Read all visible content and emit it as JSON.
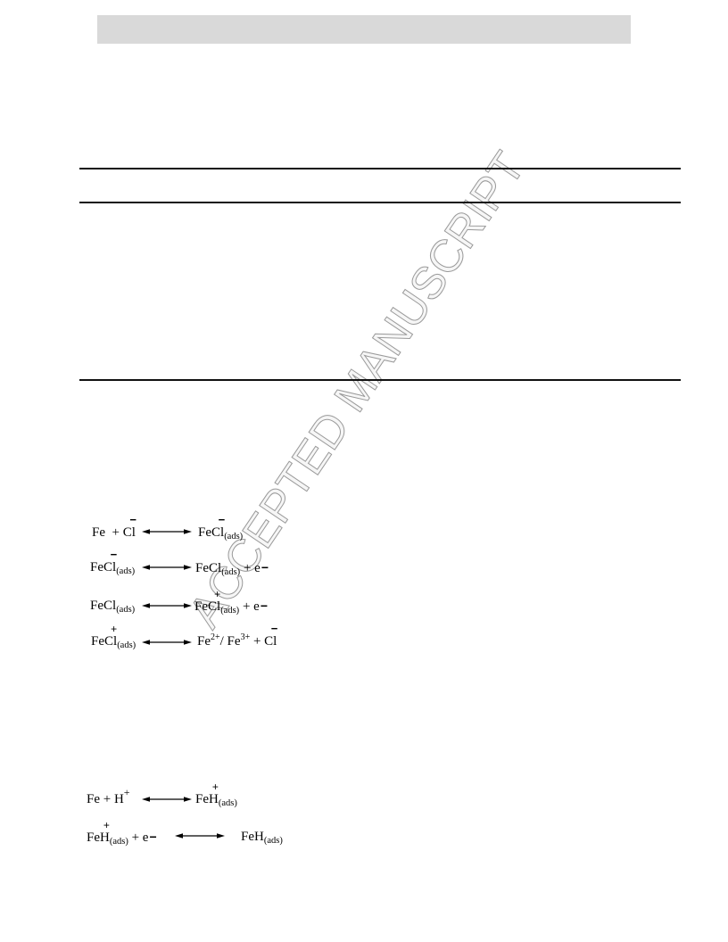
{
  "header_bar": {
    "color": "#d9d9d9"
  },
  "watermark": {
    "text": "ACCEPTED MANUSCRIPT",
    "stroke_color": "#9a9a9a"
  },
  "reactions_1": [
    {
      "lhs": [
        {
          "text": "Fe  + "
        },
        {
          "text": "Cl",
          "mark": "−"
        }
      ],
      "rhs": [
        {
          "text": "FeCl",
          "mark": "−",
          "sub": "(ads)"
        }
      ]
    },
    {
      "lhs": [
        {
          "text": "FeCl",
          "mark": "−",
          "sub": "(ads)"
        }
      ],
      "rhs": [
        {
          "text": "FeCl",
          "sub": "(ads)"
        },
        {
          "text": " + e",
          "charge": "−"
        }
      ]
    },
    {
      "lhs": [
        {
          "text": "FeCl",
          "sub": "(ads)"
        }
      ],
      "rhs": [
        {
          "text": "FeCl",
          "mark": "+",
          "sub": "(ads)"
        },
        {
          "text": " + e",
          "charge": "−"
        }
      ]
    },
    {
      "lhs": [
        {
          "text": "FeCl",
          "mark": "+",
          "sub": "(ads)"
        }
      ],
      "rhs": [
        {
          "text": "Fe",
          "sup": "2+"
        },
        {
          "text": "/ Fe",
          "sup": "3+"
        },
        {
          "text": " + "
        },
        {
          "text": "Cl",
          "mark": "−"
        }
      ]
    }
  ],
  "reactions_2": [
    {
      "lhs": [
        {
          "text": "Fe + H",
          "sup": "+"
        }
      ],
      "rhs": [
        {
          "text": "FeH",
          "mark": "+",
          "sub": "(ads)"
        }
      ]
    },
    {
      "lhs": [
        {
          "text": "FeH",
          "mark": "+",
          "sub": "(ads)"
        },
        {
          "text": " + e",
          "charge": "−"
        }
      ],
      "rhs": [
        {
          "text": "FeH",
          "sub": "(ads)"
        }
      ]
    }
  ]
}
